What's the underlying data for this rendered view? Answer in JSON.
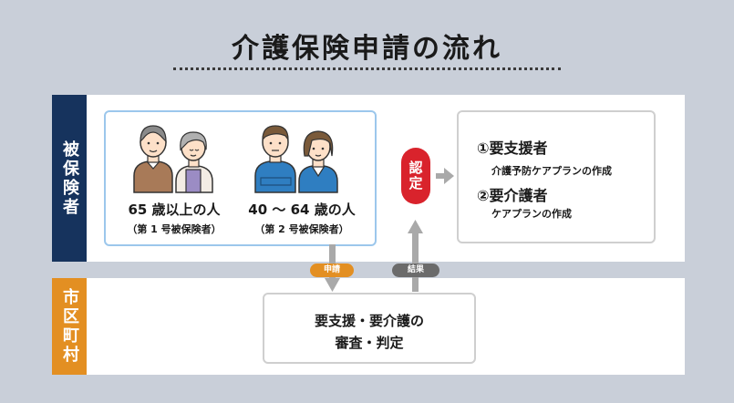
{
  "title": "介護保険申請の流れ",
  "insured_label": "被保険者",
  "municipality_label": "市区町村",
  "group1": {
    "label": "65 歳以上の人",
    "sub": "（第 1 号被保険者）"
  },
  "group2": {
    "label": "40 〜 64 歳の人",
    "sub": "（第 2 号被保険者）"
  },
  "certification": "認定",
  "result1": {
    "heading": "①要支援者",
    "detail": "介護予防ケアプランの作成"
  },
  "result2": {
    "heading": "②要介護者",
    "detail": "ケアプランの作成"
  },
  "apply_tag": "申請",
  "result_tag": "結果",
  "review": {
    "line1": "要支援・要介護の",
    "line2": "審査・判定"
  },
  "colors": {
    "background": "#c9cfd9",
    "navy": "#16335d",
    "orange": "#e38f22",
    "red": "#d9232c",
    "light_blue": "#9cc7ec",
    "gray": "#6b6b6b"
  }
}
